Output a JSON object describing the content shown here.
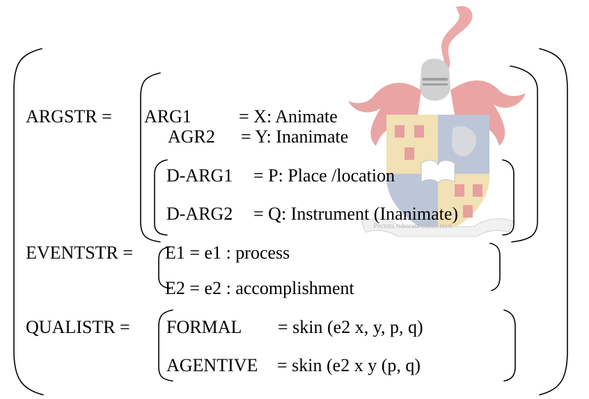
{
  "watermark": {
    "motto": "Pectora roborant cultus recti"
  },
  "argstr": {
    "label": "ARGSTR =",
    "rows": [
      {
        "name": "ARG1",
        "eq": "= X: Animate"
      },
      {
        "name": "AGR2",
        "eq": "= Y: Inanimate"
      },
      {
        "name": "D-ARG1",
        "eq": "= P: Place /location"
      },
      {
        "name": "D-ARG2",
        "eq": "= Q: Instrument (Inanimate)"
      }
    ]
  },
  "eventstr": {
    "label": "EVENTSTR =",
    "rows": [
      {
        "text": "E1 = e1 : process"
      },
      {
        "text": "E2 = e2 : accomplishment"
      }
    ]
  },
  "qualistr": {
    "label": "QUALISTR =",
    "rows": [
      {
        "name": "FORMAL",
        "eq": "= skin (e2 x, y, p, q)"
      },
      {
        "name": "AGENTIVE",
        "eq": "= skin (e2 x y (p, q)"
      }
    ]
  },
  "colors": {
    "ink": "#000000",
    "crest_red": "#e8a5a5",
    "crest_blue": "#b9c3d6",
    "crest_gray": "#c9c9c9",
    "crest_yellow": "#f1e6b0"
  }
}
